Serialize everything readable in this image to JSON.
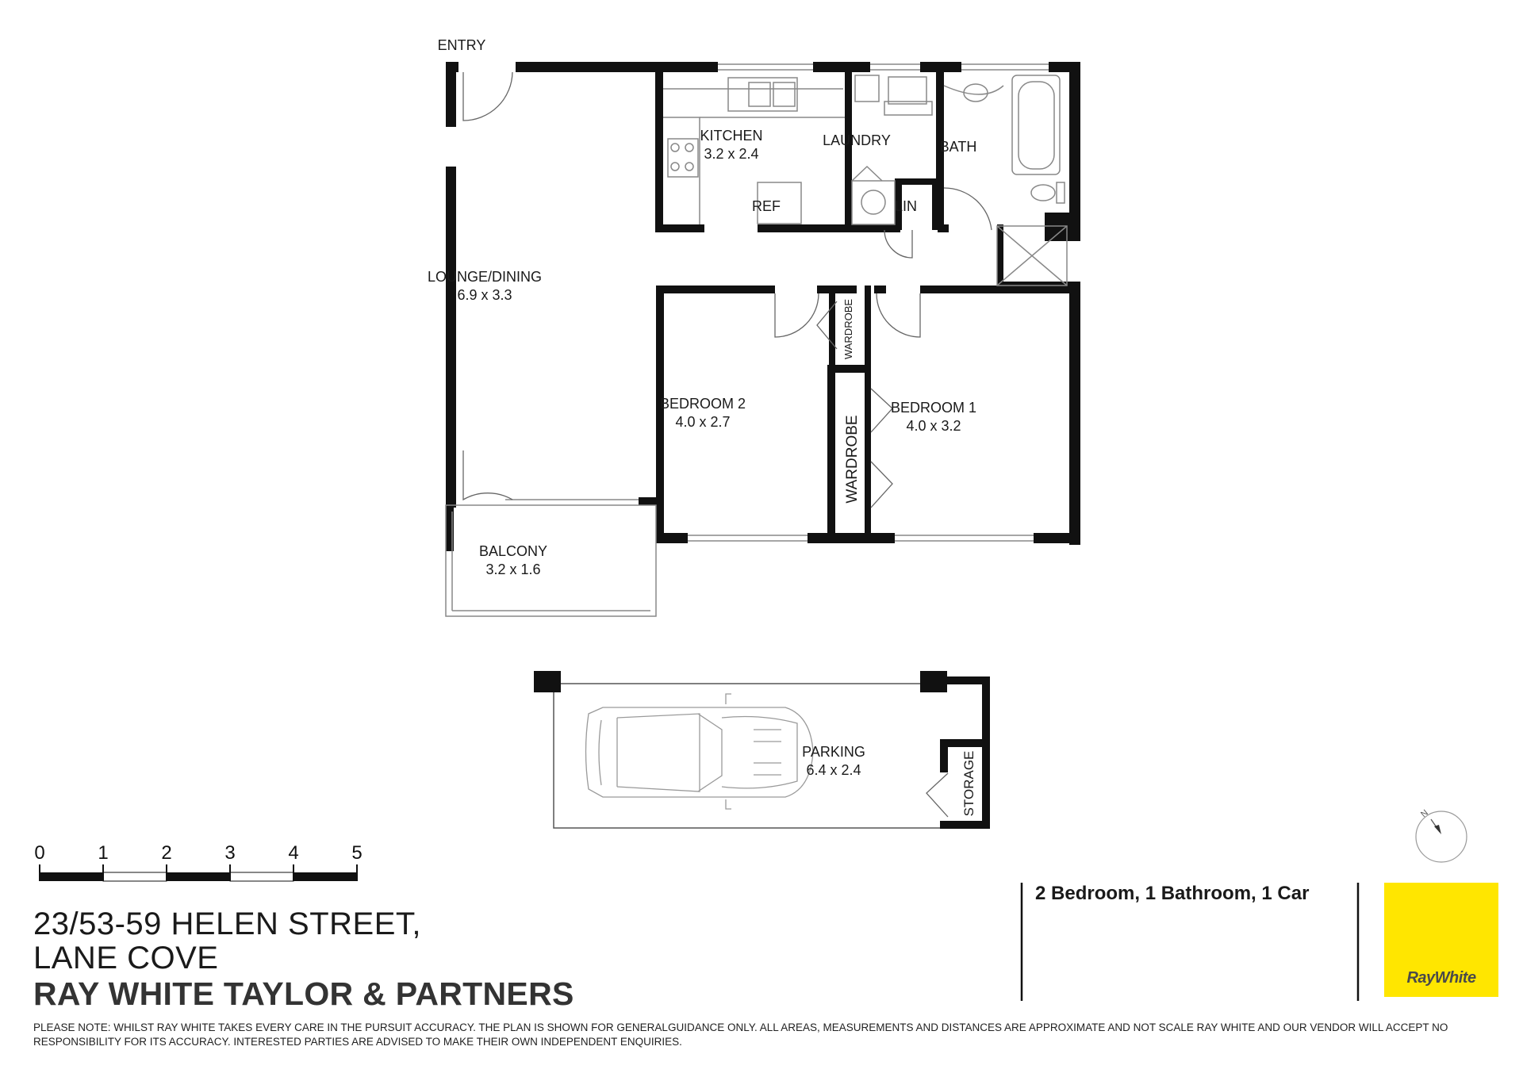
{
  "plan": {
    "entry_label": "ENTRY",
    "rooms": {
      "kitchen": {
        "name": "KITCHEN",
        "size": "3.2 x 2.4"
      },
      "laundry": {
        "name": "LAUNDRY"
      },
      "bath": {
        "name": "BATH"
      },
      "ref": {
        "name": "REF"
      },
      "lin": {
        "name": "LIN"
      },
      "lounge": {
        "name": "LOUNGE/DINING",
        "size": "6.9 x 3.3"
      },
      "bedroom2": {
        "name": "BEDROOM 2",
        "size": "4.0 x 2.7"
      },
      "bedroom1": {
        "name": "BEDROOM 1",
        "size": "4.0 x 3.2"
      },
      "wardrobe_small": {
        "name": "WARDROBE"
      },
      "wardrobe_large": {
        "name": "WARDROBE"
      },
      "balcony": {
        "name": "BALCONY",
        "size": "3.2 x 1.6"
      },
      "parking": {
        "name": "PARKING",
        "size": "6.4 x 2.4"
      },
      "storage": {
        "name": "STORAGE"
      }
    },
    "compass_letter": "N"
  },
  "scale": {
    "ticks": [
      "0",
      "1",
      "2",
      "3",
      "4",
      "5"
    ]
  },
  "listing": {
    "address_line1": "23/53-59 HELEN STREET,",
    "address_line2": "LANE COVE",
    "agency": "RAY WHITE TAYLOR & PARTNERS",
    "summary": "2 Bedroom, 1 Bathroom, 1 Car",
    "logo_text": "RayWhite",
    "disclaimer": "PLEASE NOTE: WHILST RAY WHITE TAKES EVERY CARE IN THE PURSUIT ACCURACY. THE PLAN IS SHOWN FOR GENERALGUIDANCE ONLY. ALL AREAS, MEASUREMENTS AND DISTANCES ARE APPROXIMATE AND NOT SCALE RAY WHITE AND OUR VENDOR WILL ACCEPT NO RESPONSIBILITY FOR ITS ACCURACY. INTERESTED PARTIES ARE ADVISED TO MAKE THEIR OWN INDEPENDENT ENQUIRIES."
  },
  "colors": {
    "wall": "#111111",
    "thin_line": "#888888",
    "logo_yellow": "#ffe600"
  }
}
